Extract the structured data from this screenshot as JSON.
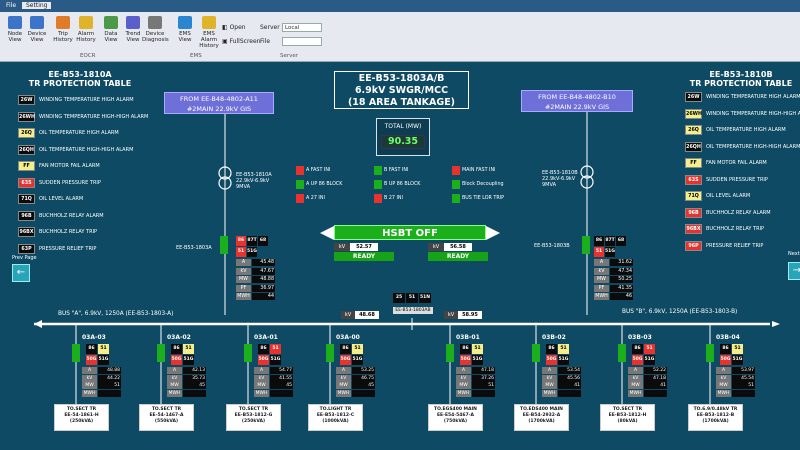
{
  "window": {
    "tabs": [
      "File",
      "Setting"
    ],
    "ribbon": {
      "buttons": [
        {
          "label": "Node View",
          "color": "#3b74c9"
        },
        {
          "label": "Device View",
          "color": "#3b74c9"
        },
        {
          "label": "Trip History",
          "color": "#e07b2a"
        },
        {
          "label": "Alarm History",
          "color": "#e0b42a"
        },
        {
          "label": "Data View",
          "color": "#4a9a4a"
        },
        {
          "label": "Trend View",
          "color": "#5b5fc9"
        },
        {
          "label": "Device Diagnosis",
          "color": "#777777"
        },
        {
          "label": "EMS View",
          "color": "#2a86d1"
        },
        {
          "label": "EMS Alarm History",
          "color": "#e0b42a"
        }
      ],
      "groups": [
        "EOCR",
        "EMS",
        "Server"
      ],
      "small": [
        "Open",
        "FullScreen"
      ],
      "server_label": "Server",
      "server_value": "Local",
      "file_label": "File",
      "file_value": ""
    }
  },
  "header": {
    "left_table_title_1": "EE-B53-1810A",
    "left_table_title_2": "TR PROTECTION TABLE",
    "right_table_title_1": "EE-B53-1810B",
    "right_table_title_2": "TR PROTECTION TABLE",
    "title_1": "EE-B53-1803A/B",
    "title_2": "6.9kV SWGR/MCC",
    "title_3": "(18 AREA TANKAGE)"
  },
  "feeds": {
    "left_1": "FROM EE-B48-4802-A11",
    "left_2": "#2MAIN 22.9kV GIS",
    "right_1": "FROM EE-B48-4802-B10",
    "right_2": "#2MAIN 22.9kV GIS"
  },
  "total": {
    "label": "TOTAL (MW)",
    "value": "90.35"
  },
  "protection_left": [
    {
      "code": "26W",
      "desc": "WINDING TEMPERATURE HIGH ALARM",
      "bg": "#0b0b0b",
      "fg": "#ffffff"
    },
    {
      "code": "26WH",
      "desc": "WINDING TEMPERATURE HIGH-HIGH ALARM",
      "bg": "#0b0b0b",
      "fg": "#ffffff"
    },
    {
      "code": "26Q",
      "desc": "OIL TEMPERATURE HIGH ALARM",
      "bg": "#f4ef8a",
      "fg": "#000000"
    },
    {
      "code": "26QH",
      "desc": "OIL TEMPERATURE HIGH-HIGH ALARM",
      "bg": "#0b0b0b",
      "fg": "#ffffff"
    },
    {
      "code": "FF",
      "desc": "FAN MOTOR FAIL ALARM",
      "bg": "#f4ef8a",
      "fg": "#000000"
    },
    {
      "code": "63S",
      "desc": "SUDDEN PRESSURE TRIP",
      "bg": "#e8322e",
      "fg": "#ffffff"
    },
    {
      "code": "71Q",
      "desc": "OIL LEVEL ALARM",
      "bg": "#0b0b0b",
      "fg": "#ffffff"
    },
    {
      "code": "96B",
      "desc": "BUCHHOLZ RELAY ALARM",
      "bg": "#0b0b0b",
      "fg": "#ffffff"
    },
    {
      "code": "96BX",
      "desc": "BUCHHOLZ RELAY TRIP",
      "bg": "#0b0b0b",
      "fg": "#ffffff"
    },
    {
      "code": "63P",
      "desc": "PRESSURE RELIEF TRIP",
      "bg": "#0b0b0b",
      "fg": "#ffffff"
    }
  ],
  "protection_right": [
    {
      "code": "26W",
      "desc": "WINDING TEMPERATURE HIGH ALARM",
      "bg": "#0b0b0b",
      "fg": "#ffffff"
    },
    {
      "code": "26WH",
      "desc": "WINDING TEMPERATURE HIGH-HIGH ALARM",
      "bg": "#f4ef8a",
      "fg": "#000000"
    },
    {
      "code": "26Q",
      "desc": "OIL TEMPERATURE HIGH ALARM",
      "bg": "#f4ef8a",
      "fg": "#000000"
    },
    {
      "code": "26QH",
      "desc": "OIL TEMPERATURE HIGH-HIGH ALARM",
      "bg": "#0b0b0b",
      "fg": "#ffffff"
    },
    {
      "code": "FF",
      "desc": "FAN MOTOR FAIL ALARM",
      "bg": "#f4ef8a",
      "fg": "#000000"
    },
    {
      "code": "63S",
      "desc": "SUDDEN PRESSURE TRIP",
      "bg": "#e8322e",
      "fg": "#ffffff"
    },
    {
      "code": "71Q",
      "desc": "OIL LEVEL ALARM",
      "bg": "#f4ef8a",
      "fg": "#000000"
    },
    {
      "code": "96B",
      "desc": "BUCHHOLZ RELAY ALARM",
      "bg": "#e8322e",
      "fg": "#ffffff"
    },
    {
      "code": "96BX",
      "desc": "BUCHHOLZ RELAY TRIP",
      "bg": "#e8322e",
      "fg": "#ffffff"
    },
    {
      "code": "96P",
      "desc": "PRESSURE RELIEF TRIP",
      "bg": "#e8322e",
      "fg": "#ffffff"
    }
  ],
  "transformers": {
    "left": {
      "name": "EE-B53-1810A",
      "ratio": "22.9kV-6.9kV",
      "rating": "9MVA"
    },
    "right": {
      "name": "EE-B53-1810B",
      "ratio": "22.9kV-6.9kV",
      "rating": "9MVA"
    }
  },
  "status_indicators": [
    {
      "label": "A FAST INI",
      "color": "#e8322e"
    },
    {
      "label": "A UP 86 BLOCK",
      "color": "#1bb01b"
    },
    {
      "label": "A 27 INI",
      "color": "#e8322e"
    },
    {
      "label": "B FAST INI",
      "color": "#1bb01b"
    },
    {
      "label": "B UP 86 BLOCK",
      "color": "#1bb01b"
    },
    {
      "label": "B 27 INI",
      "color": "#e8322e"
    },
    {
      "label": "MAIN FAST INI",
      "color": "#e8322e"
    },
    {
      "label": "Block Decoupling",
      "color": "#1bb01b"
    },
    {
      "label": "BUS TIE LOR TRIP",
      "color": "#1bb01b"
    }
  ],
  "hsbt": {
    "label": "HSBT OFF",
    "left_kv_label": "kV",
    "left_kv": "52.57",
    "right_kv_label": "kV",
    "right_kv": "56.58",
    "left_ready": "READY",
    "right_ready": "READY"
  },
  "incomer_a": {
    "name": "EE-B53-1803A",
    "relays": [
      {
        "code": "86",
        "color": "#e8322e"
      },
      {
        "code": "87T",
        "color": "#0b0b0b"
      },
      {
        "code": "68",
        "color": "#0b0b0b"
      },
      {
        "code": "51",
        "color": "#e8322e"
      },
      {
        "code": "51G",
        "color": "#0b0b0b"
      }
    ],
    "values": [
      {
        "k": "A",
        "v": "45.48"
      },
      {
        "k": "kV",
        "v": "47.67"
      },
      {
        "k": "MW",
        "v": "48.88"
      },
      {
        "k": "PF",
        "v": "36.97"
      },
      {
        "k": "MWH",
        "v": "44"
      }
    ]
  },
  "incomer_b": {
    "name": "EE-B53-1803B",
    "relays": [
      {
        "code": "86",
        "color": "#0b0b0b"
      },
      {
        "code": "87T",
        "color": "#0b0b0b"
      },
      {
        "code": "68",
        "color": "#0b0b0b"
      },
      {
        "code": "51",
        "color": "#e8322e"
      },
      {
        "code": "51G",
        "color": "#0b0b0b"
      }
    ],
    "values": [
      {
        "k": "A",
        "v": "31.62"
      },
      {
        "k": "kV",
        "v": "47.34"
      },
      {
        "k": "MW",
        "v": "50.25"
      },
      {
        "k": "PF",
        "v": "41.35"
      },
      {
        "k": "MWH",
        "v": "46"
      }
    ]
  },
  "bus_tie": {
    "name": "EE-B53-1803AB",
    "relays": [
      "25",
      "51",
      "51N"
    ],
    "left_kv_label": "kV",
    "left_kv": "48.68",
    "right_kv_label": "kV",
    "right_kv": "58.95"
  },
  "bus": {
    "left_label": "BUS \"A\", 6.9kV, 1250A (EE-B53-1803-A)",
    "right_label": "BUS \"B\", 6.9kV, 1250A (EE-B53-1803-B)"
  },
  "feeders": [
    {
      "name": "03A-03",
      "v1": "48.88",
      "v2": "44.22",
      "v3": "51",
      "v4": "",
      "load": [
        "TO.SECT TR",
        "EE-54-1861-H",
        "(250kVA)"
      ]
    },
    {
      "name": "03A-02",
      "v1": "42.13",
      "v2": "35.73",
      "v3": "45",
      "v4": "",
      "load": [
        "TO.SECT TR",
        "EE-54-1467-A",
        "(550kVA)"
      ]
    },
    {
      "name": "03A-01",
      "v1": "54.77",
      "v2": "41.55",
      "v3": "45",
      "v4": "",
      "load": [
        "TO.SECT TR",
        "EE-B53-1812-G",
        "(250kVA)"
      ]
    },
    {
      "name": "03A-00",
      "v1": "53.25",
      "v2": "46.75",
      "v3": "45",
      "v4": "",
      "load": [
        "TO.LIGHT TR",
        "EE-B53-1812-C",
        "(1000kVA)"
      ]
    },
    {
      "name": "03B-01",
      "v1": "47.18",
      "v2": "37.26",
      "v3": "51",
      "v4": "",
      "load": [
        "TO.EGS400 MAIN",
        "EE-E54-5467-A",
        "(750kVA)"
      ]
    },
    {
      "name": "03B-02",
      "v1": "53.54",
      "v2": "45.56",
      "v3": "41",
      "v4": "",
      "load": [
        "TO.EDS400 MAIN",
        "EE-B54-2932-A",
        "(1700kVA)"
      ]
    },
    {
      "name": "03B-03",
      "v1": "52.22",
      "v2": "47.18",
      "v3": "41",
      "v4": "",
      "load": [
        "TO.SECT TR",
        "EE-B53-1812-H",
        "(80kVA)"
      ]
    },
    {
      "name": "03B-04",
      "v1": "53.97",
      "v2": "45.54",
      "v3": "51",
      "v4": "",
      "load": [
        "TO.6.9/0.48kV TR",
        "EE-B53-1812-B",
        "(1700kVA)"
      ]
    }
  ],
  "feeder_keys": [
    "A",
    "kV",
    "MW",
    "MWH"
  ],
  "feeder_relays": [
    "86",
    "51",
    "50G",
    "51G"
  ],
  "nav": {
    "prev_label": "Prev Page",
    "next_label": "Next"
  },
  "colors": {
    "background": "#0e4a63",
    "alarm_red": "#e8322e",
    "ok_green": "#1bb01b",
    "warn_yellow": "#f4ef8a",
    "feed_purple": "#6f6fd9"
  }
}
